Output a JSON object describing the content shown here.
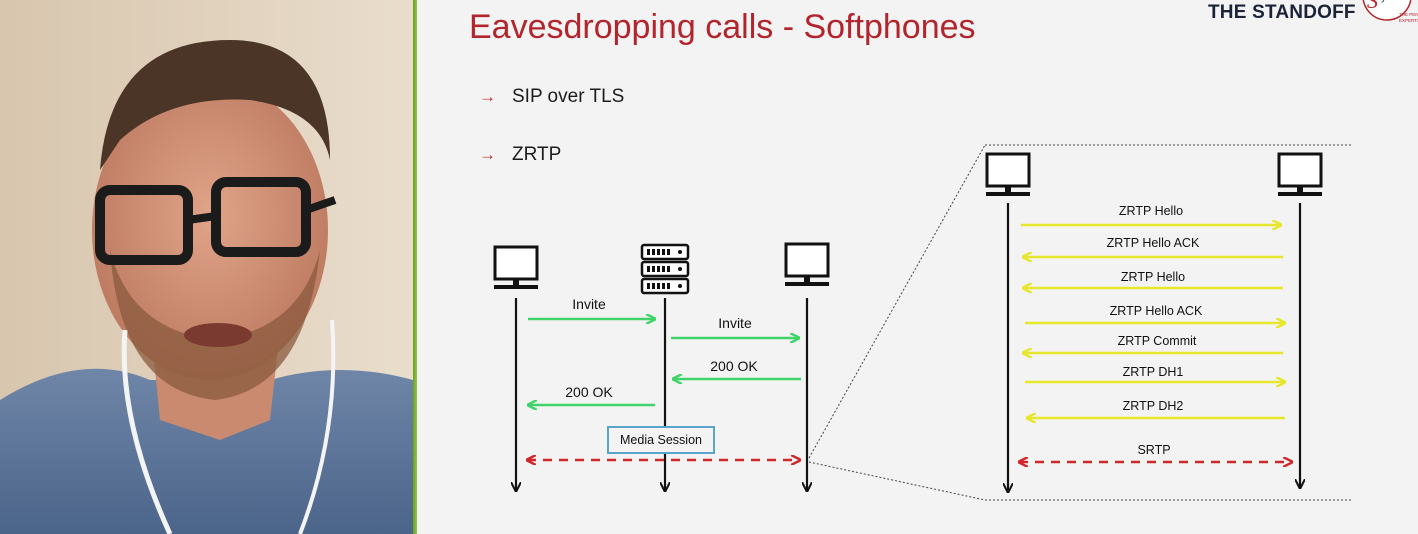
{
  "slide": {
    "title": "Eavesdropping calls - Softphones",
    "brand": "THE STANDOFF",
    "logo_text": "SySS",
    "logo_tagline": "THE PENTEST EXPERTS",
    "bullets": [
      {
        "arrow": "→",
        "text": "SIP over TLS"
      },
      {
        "arrow": "→",
        "text": "ZRTP"
      }
    ]
  },
  "sip_flow": {
    "messages": [
      "Invite",
      "Invite",
      "200 OK",
      "200 OK"
    ],
    "media_label": "Media Session"
  },
  "zrtp_flow": {
    "messages": [
      "ZRTP Hello",
      "ZRTP Hello ACK",
      "ZRTP Hello",
      "ZRTP Hello ACK",
      "ZRTP Commit",
      "ZRTP DH1",
      "ZRTP DH2"
    ],
    "media_label": "SRTP"
  },
  "colors": {
    "title_red": "#b3252c",
    "sip_arrow_green": "#3fd46a",
    "zrtp_arrow_yellow": "#e6e62a",
    "media_red": "#d0272c",
    "box_blue": "#5aa4c8",
    "webcam_border_green": "#8cc63f"
  }
}
